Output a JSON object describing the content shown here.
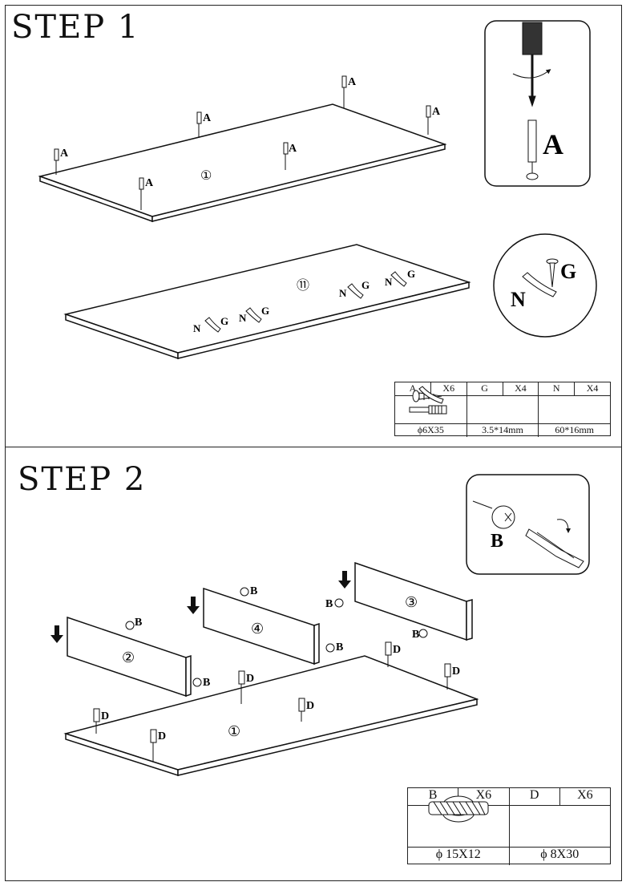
{
  "step1": {
    "title": "STEP 1",
    "panel_top_number": "①",
    "panel_bottom_number": "⑪",
    "part_letters": {
      "A": "A",
      "G": "G",
      "N": "N"
    },
    "parts_table": [
      {
        "letter": "A",
        "qty": "X6",
        "size": "ϕ6X35",
        "icon": "cam-bolt-icon"
      },
      {
        "letter": "G",
        "qty": "X4",
        "size": "3.5*14mm",
        "icon": "screw-icon"
      },
      {
        "letter": "N",
        "qty": "X4",
        "size": "60*16mm",
        "icon": "plastic-bracket-icon"
      }
    ]
  },
  "step2": {
    "title": "STEP 2",
    "panel_numbers": {
      "base": "①",
      "left": "②",
      "right": "③",
      "middle": "④"
    },
    "part_letters": {
      "B": "B",
      "D": "D"
    },
    "parts_table": [
      {
        "letter": "B",
        "qty": "X6",
        "size": "ϕ 15X12",
        "icon": "cam-lock-icon"
      },
      {
        "letter": "D",
        "qty": "X6",
        "size": "ϕ 8X30",
        "icon": "wooden-dowel-icon"
      }
    ]
  }
}
